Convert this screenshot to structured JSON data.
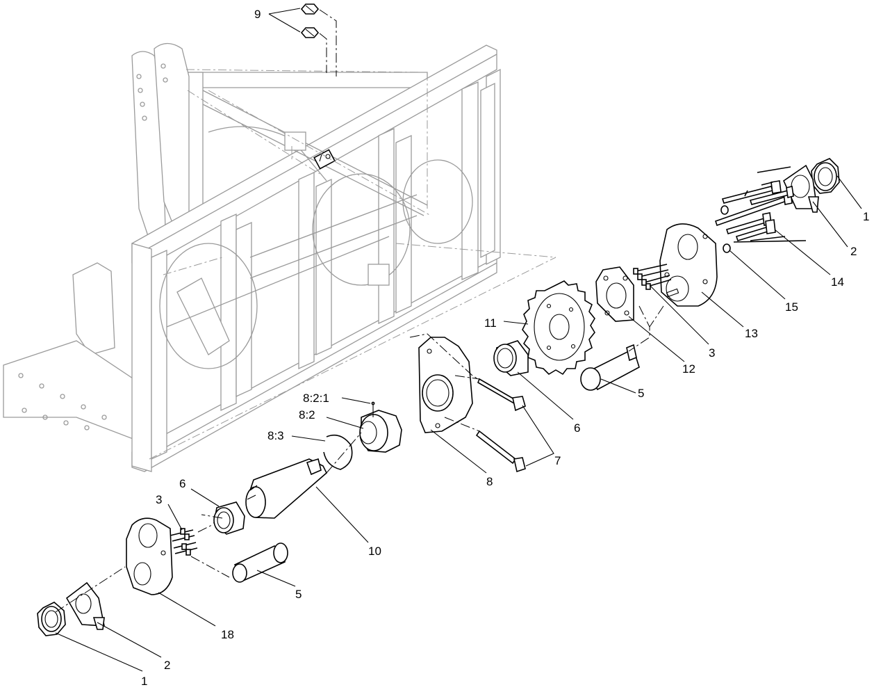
{
  "callouts": [
    {
      "key": "c9",
      "text": "9"
    },
    {
      "key": "c1a",
      "text": "1"
    },
    {
      "key": "c2a",
      "text": "2"
    },
    {
      "key": "c14",
      "text": "14"
    },
    {
      "key": "c15",
      "text": "15"
    },
    {
      "key": "c13",
      "text": "13"
    },
    {
      "key": "c3a",
      "text": "3"
    },
    {
      "key": "c12",
      "text": "12"
    },
    {
      "key": "c11",
      "text": "11"
    },
    {
      "key": "c5a",
      "text": "5"
    },
    {
      "key": "c6a",
      "text": "6"
    },
    {
      "key": "c7",
      "text": "7"
    },
    {
      "key": "c8",
      "text": "8"
    },
    {
      "key": "c821",
      "text": "8:2:1"
    },
    {
      "key": "c82",
      "text": "8:2"
    },
    {
      "key": "c83",
      "text": "8:3"
    },
    {
      "key": "c10",
      "text": "10"
    },
    {
      "key": "c6b",
      "text": "6"
    },
    {
      "key": "c3b",
      "text": "3"
    },
    {
      "key": "c5b",
      "text": "5"
    },
    {
      "key": "c18",
      "text": "18"
    },
    {
      "key": "c2b",
      "text": "2"
    },
    {
      "key": "c1b",
      "text": "1"
    }
  ]
}
